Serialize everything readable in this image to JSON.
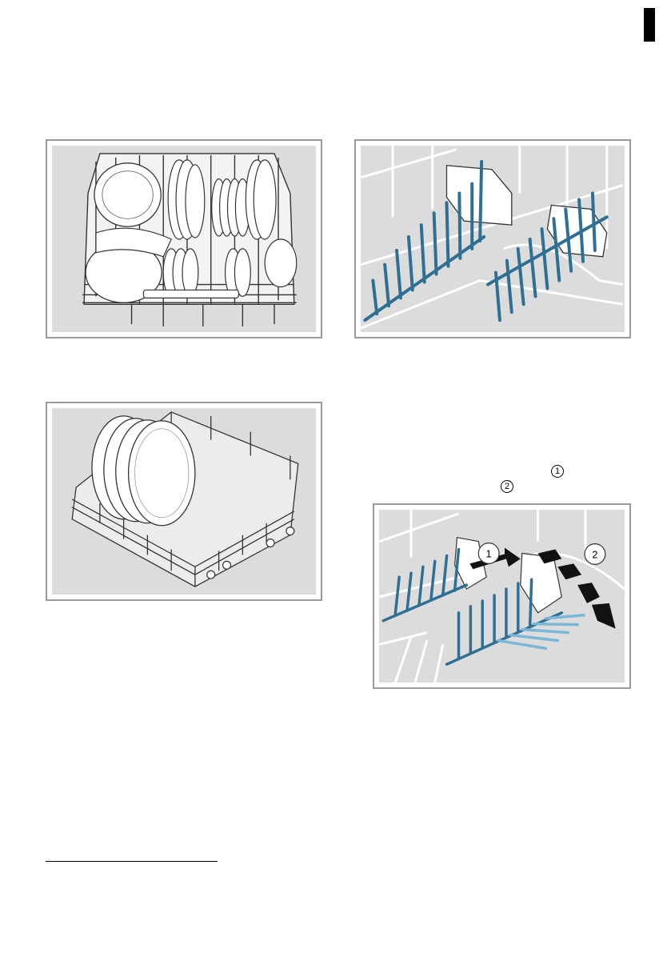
{
  "page": {
    "markers": {
      "marker_1": "1",
      "marker_2": "2"
    },
    "figures": [
      {
        "icon": "upper-basket-loaded-with-dishes"
      },
      {
        "icon": "plate-rack-tines-upright"
      },
      {
        "icon": "lower-basket-with-plates"
      },
      {
        "icon": "folding-tines-release"
      }
    ],
    "callouts": {
      "callout_1": "1",
      "callout_2": "2"
    },
    "colors": {
      "background": "#dcdcdc",
      "frame": "#9a9a9a",
      "tine_blue": "#2e6f93",
      "tine_light_blue": "#7ab7d6",
      "wire": "#ffffff"
    }
  }
}
